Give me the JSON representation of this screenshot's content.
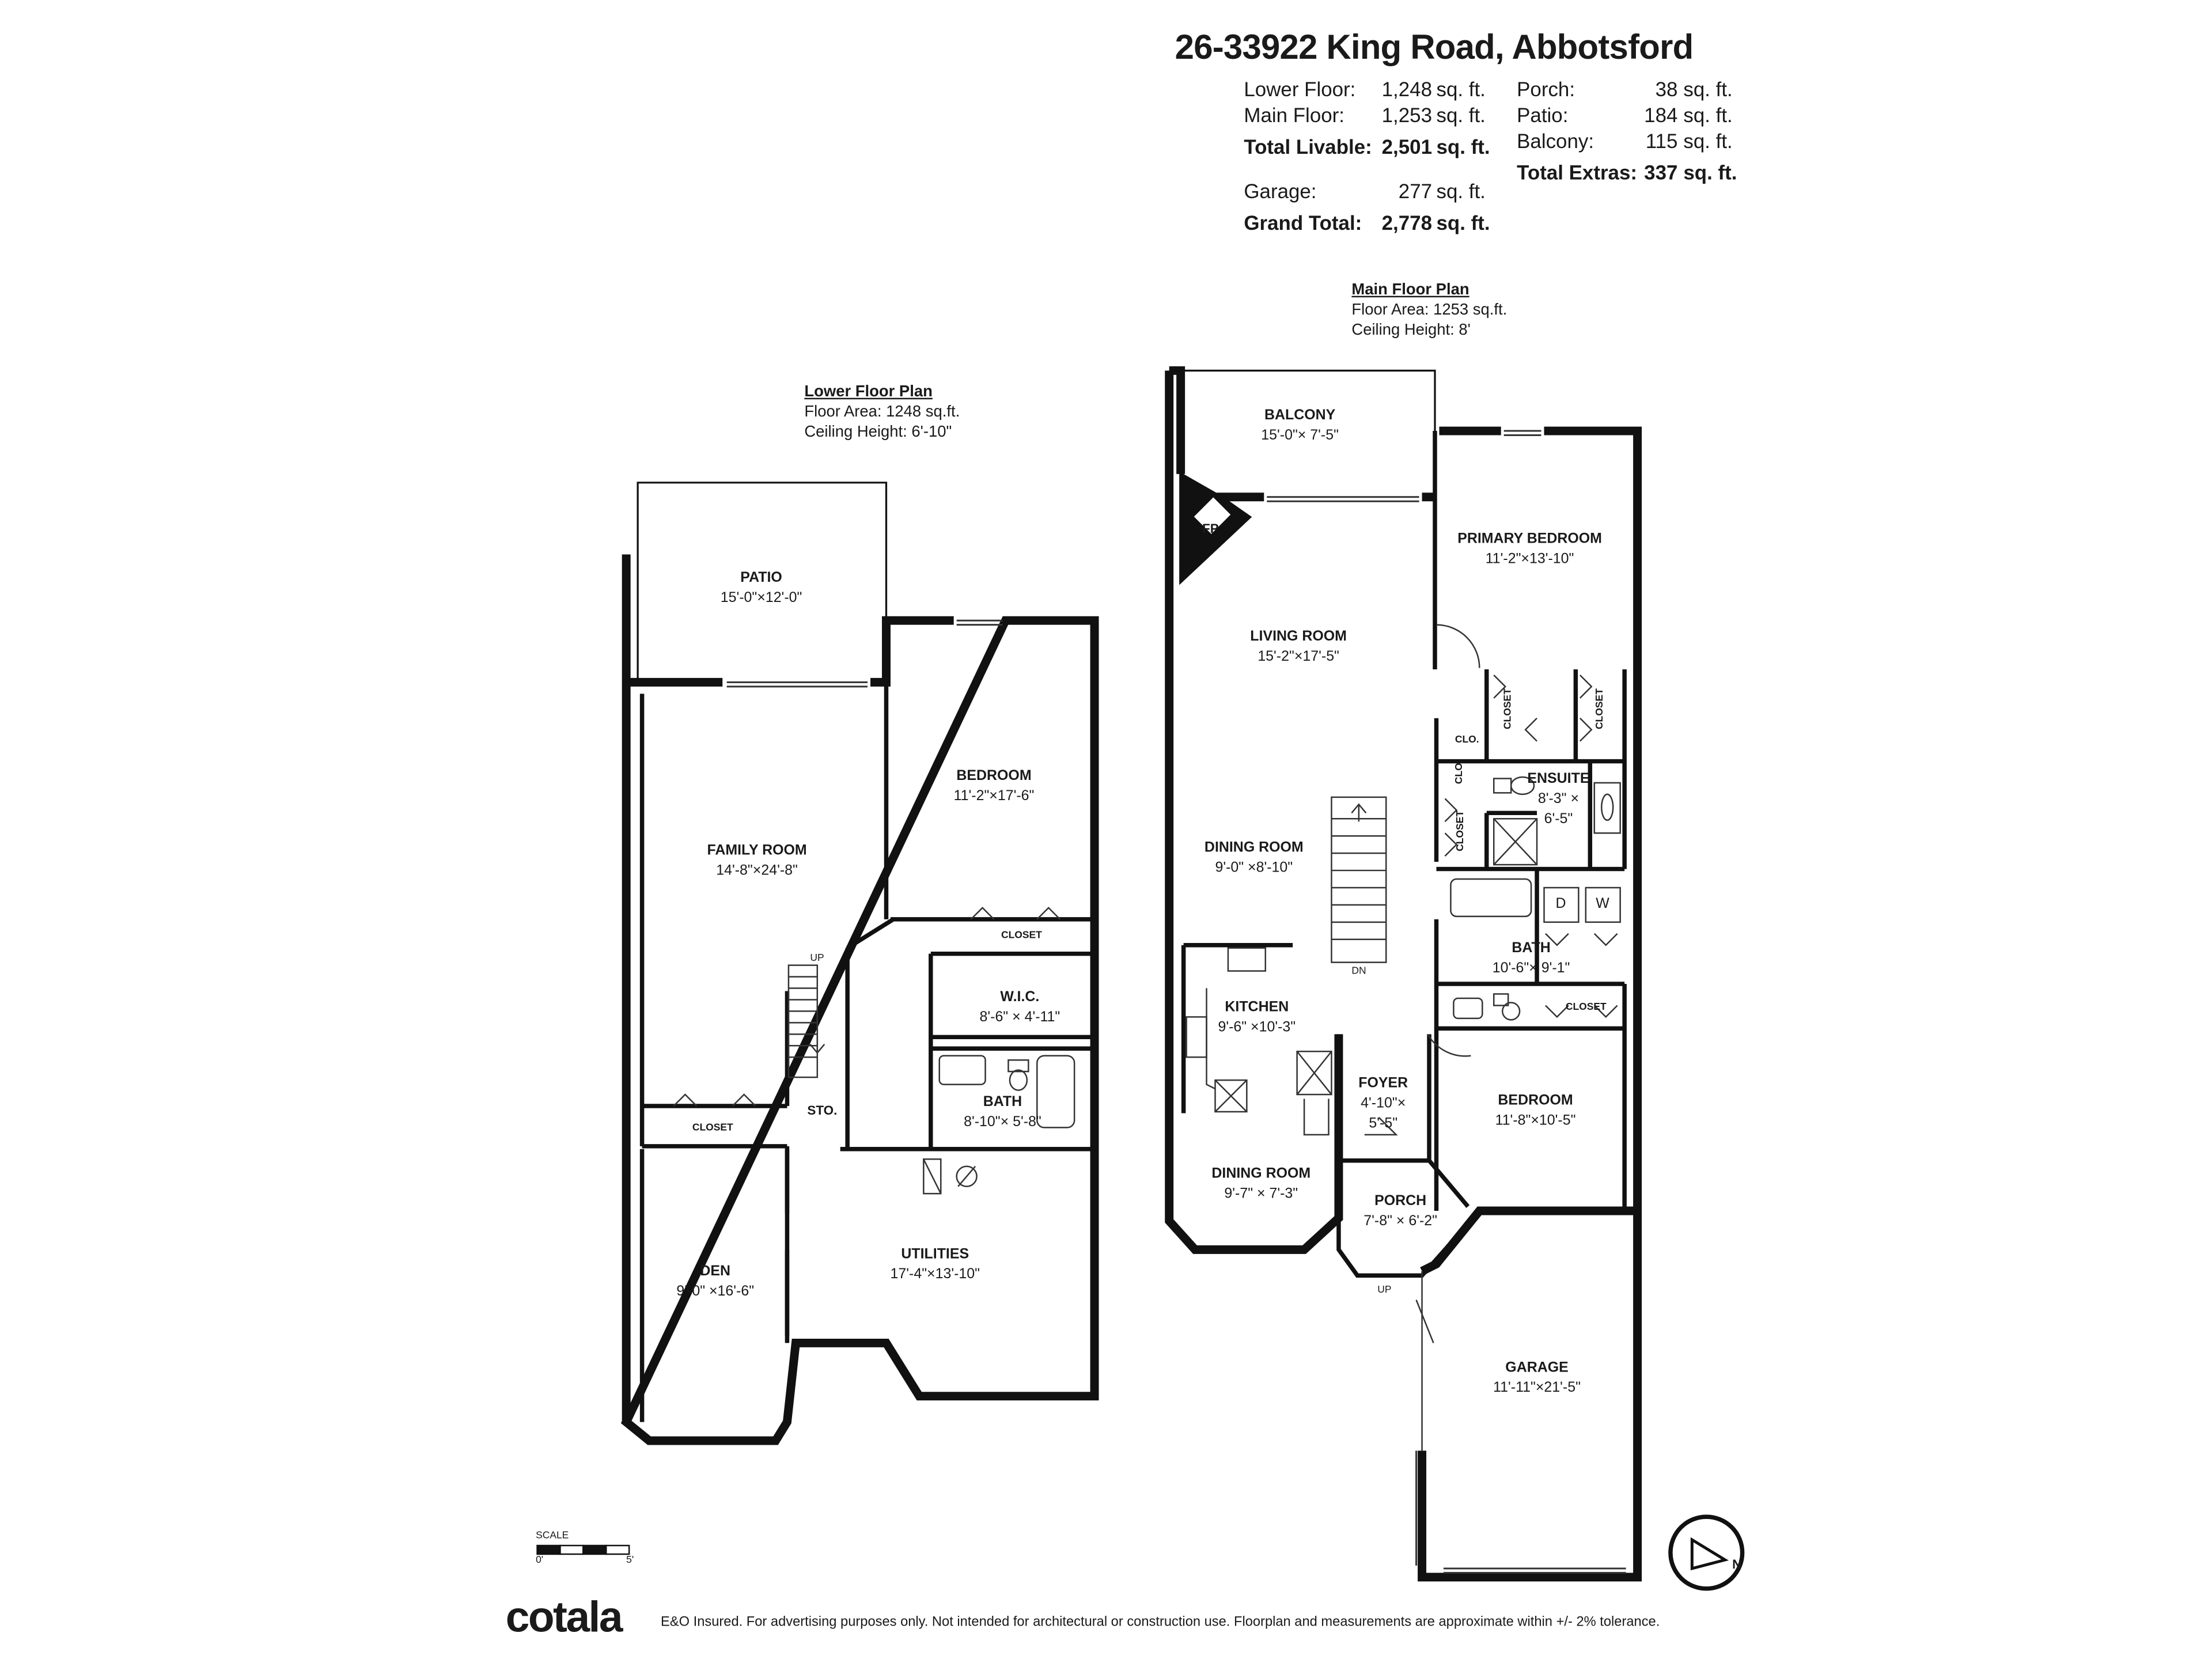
{
  "title": "26-33922 King Road, Abbotsford",
  "area_summary": {
    "left": [
      {
        "label": "Lower Floor:",
        "value": "1,248",
        "unit": "sq. ft.",
        "bold": false
      },
      {
        "label": "Main Floor:",
        "value": "1,253",
        "unit": "sq. ft.",
        "bold": false
      },
      {
        "label": "Total Livable:",
        "value": "2,501",
        "unit": "sq. ft.",
        "bold": true
      },
      {
        "label": "Garage:",
        "value": "277",
        "unit": "sq. ft.",
        "bold": false
      },
      {
        "label": "Grand Total:",
        "value": "2,778",
        "unit": "sq. ft.",
        "bold": true
      }
    ],
    "right": [
      {
        "label": "Porch:",
        "value": "38",
        "unit": "sq. ft.",
        "bold": false
      },
      {
        "label": "Patio:",
        "value": "184",
        "unit": "sq. ft.",
        "bold": false
      },
      {
        "label": "Balcony:",
        "value": "115",
        "unit": "sq. ft.",
        "bold": false
      },
      {
        "label": "Total Extras:",
        "value": "337",
        "unit": "sq. ft.",
        "bold": true
      }
    ]
  },
  "lower_floor": {
    "heading": "Lower Floor Plan",
    "area": "Floor Area: 1248 sq.ft.",
    "ceiling": "Ceiling Height: 6'-10\"",
    "rooms": [
      {
        "name": "PATIO",
        "dims": "15'-0\"×12'-0\""
      },
      {
        "name": "FAMILY ROOM",
        "dims": "14'-8\"×24'-8\""
      },
      {
        "name": "BEDROOM",
        "dims": "11'-2\"×17'-6\""
      },
      {
        "name": "W.I.C.",
        "dims": "8'-6\" × 4'-11\""
      },
      {
        "name": "BATH",
        "dims": "8'-10\"× 5'-8\""
      },
      {
        "name": "DEN",
        "dims": "9'-0\" ×16'-6\""
      },
      {
        "name": "UTILITIES",
        "dims": "17'-4\"×13'-10\""
      }
    ],
    "small_labels": {
      "closet_bedroom": "CLOSET",
      "closet_family": "CLOSET",
      "storage": "STO.",
      "stairs_up": "UP"
    }
  },
  "main_floor": {
    "heading": "Main Floor Plan",
    "area": "Floor Area: 1253 sq.ft.",
    "ceiling": "Ceiling Height: 8'",
    "rooms": [
      {
        "name": "BALCONY",
        "dims": "15'-0\"× 7'-5\""
      },
      {
        "name": "PRIMARY BEDROOM",
        "dims": "11'-2\"×13'-10\""
      },
      {
        "name": "LIVING ROOM",
        "dims": "15'-2\"×17'-5\""
      },
      {
        "name": "ENSUITE",
        "dims": "8'-3\" ×",
        "dims2": "6'-5\""
      },
      {
        "name": "DINING ROOM",
        "dims": "9'-0\" ×8'-10\""
      },
      {
        "name": "BATH",
        "dims": "10'-6\"× 9'-1\""
      },
      {
        "name": "KITCHEN",
        "dims": "9'-6\" ×10'-3\""
      },
      {
        "name": "FOYER",
        "dims": "4'-10\"×",
        "dims2": "5'-5\""
      },
      {
        "name": "BEDROOM",
        "dims": "11'-8\"×10'-5\""
      },
      {
        "name": "DINING ROOM",
        "dims": "9'-7\" × 7'-3\""
      },
      {
        "name": "PORCH",
        "dims": "7'-8\" × 6'-2\""
      },
      {
        "name": "GARAGE",
        "dims": "11'-11\"×21'-5\""
      }
    ],
    "small_labels": {
      "fireplace": "FP",
      "closet_a": "CLOSET",
      "closet_b": "CLOSET",
      "closet_c": "CLOSET",
      "closet_d": "CLOSET",
      "clo_a": "CLO.",
      "clo_b": "CLO.",
      "dryer": "D",
      "washer": "W",
      "stairs_down": "DN",
      "stairs_up": "UP"
    }
  },
  "scale": {
    "label": "SCALE",
    "min": "0'",
    "max": "5'"
  },
  "compass": {
    "letter": "N"
  },
  "footer": {
    "logo": "cotala",
    "disclaimer": "E&O Insured. For advertising purposes only. Not intended for architectural or construction use. Floorplan and measurements are approximate within +/- 2% tolerance."
  },
  "colors": {
    "wall": "#111111",
    "line": "#333333",
    "text": "#1a1a1a"
  }
}
